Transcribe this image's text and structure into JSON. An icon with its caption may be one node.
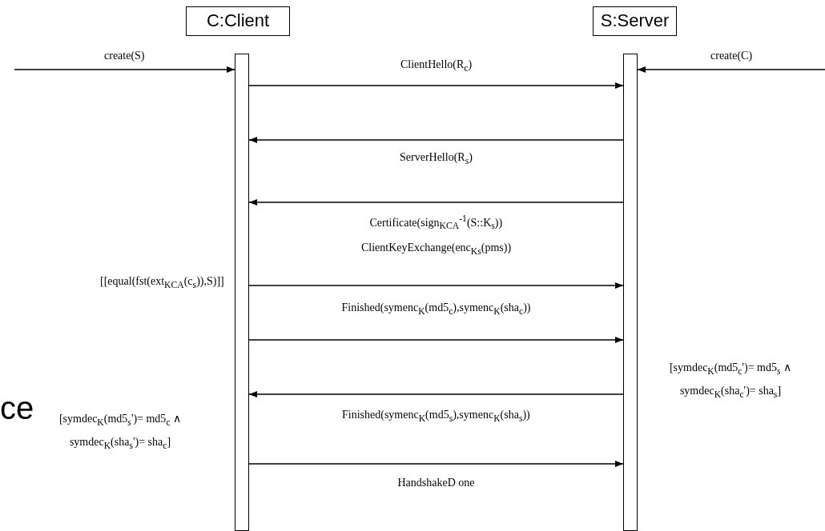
{
  "diagram": {
    "nodes": [
      {
        "text": [
          "C:Client"
        ]
      },
      {
        "text": [
          "S:Server"
        ]
      },
      {
        "text": [],
        "shape": "bar"
      },
      {
        "text": [],
        "shape": "bar"
      }
    ],
    "edges": [
      {
        "from": null,
        "to": 2,
        "arrow": "to",
        "label": "create(S)"
      },
      {
        "from": null,
        "to": 3,
        "arrow": "to",
        "label": "create(C)"
      },
      {
        "from": 2,
        "to": 3,
        "arrow": "to",
        "label": "ClientHello(R$_{c}$)"
      },
      {
        "from": 3,
        "to": 2,
        "arrow": "to",
        "label": "ServerHello(R$_{s}$)"
      },
      {
        "from": 3,
        "to": 2,
        "arrow": "to",
        "label": "Certificate(sign$_{K}$$_{CA}$$^{-1}$(S::K$_{s}$))"
      },
      {
        "from": 2,
        "to": 3,
        "arrow": "to",
        "label": "ClientKeyExchange(enc$_{K}$$_{s}$(pms))"
      },
      {
        "from": 2,
        "to": 3,
        "arrow": "to",
        "label": "Finished(symenc$_{K}$(md5$_{c}$),symenc$_{K}$(sha$_{c}$))"
      },
      {
        "from": 3,
        "to": 2,
        "arrow": "to",
        "label": "Finished(symenc$_{K}$(md5$_{s}$),symenc$_{K}$(sha$_{s}$))"
      },
      {
        "from": 2,
        "to": 3,
        "arrow": "to",
        "label": "HandshakeD one"
      }
    ],
    "labels": [
      "[[equal(fst(ext$_{K}$$_{CA}$(c$_{s}$)),S)]]",
      "[symdec$_{K}$(md5$_{c}$')= md5$_{s}$ ∧ symdec$_{K}$(sha$_{c}$')= sha$_{s}$]",
      "ce",
      "[symdec$_{K}$(md5$_{s}$')= md5$_{c}$ ∧ symdec$_{K}$(sha$_{s}$')= sha$_{c}$]"
    ]
  }
}
